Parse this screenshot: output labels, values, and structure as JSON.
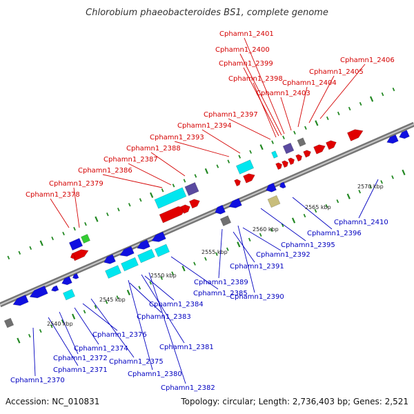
{
  "title": "Chlorobium phaeobacteroides BS1, complete genome",
  "accession": "Accession: NC_010831",
  "topology": "Topology: circular; Length: 2,736,403 bp; Genes: 2,521",
  "colors": {
    "top_label": "#d40000",
    "bottom_label": "#0000c0",
    "gene_red": "#e00000",
    "gene_blue": "#1010e0",
    "gene_cyan": "#00e6ef",
    "gene_green": "#33cc33",
    "gene_slate": "#5a4aa0",
    "gene_gray": "#707070",
    "gene_khaki": "#c8bd7c",
    "backbone": "#888888",
    "tick": "#228822"
  },
  "kbp_labels": [
    "2540 kbp",
    "2545 kbp",
    "2550 kbp",
    "2555 kbp",
    "2560 kbp",
    "2565 kbp",
    "2570 kbp"
  ],
  "top_labels": [
    "Cphamn1_2378",
    "Cphamn1_2379",
    "Cphamn1_2386",
    "Cphamn1_2387",
    "Cphamn1_2388",
    "Cphamn1_2393",
    "Cphamn1_2394",
    "Cphamn1_2397",
    "Cphamn1_2398",
    "Cphamn1_2399",
    "Cphamn1_2400",
    "Cphamn1_2401",
    "Cphamn1_2403",
    "Cphamn1_2404",
    "Cphamn1_2405",
    "Cphamn1_2406"
  ],
  "bottom_labels": [
    "Cphamn1_2370",
    "Cphamn1_2371",
    "Cphamn1_2372",
    "Cphamn1_2374",
    "Cphamn1_2375",
    "Cphamn1_2376",
    "Cphamn1_2380",
    "Cphamn1_2381",
    "Cphamn1_2382",
    "Cphamn1_2383",
    "Cphamn1_2384",
    "Cphamn1_2385",
    "Cphamn1_2389",
    "Cphamn1_2390",
    "Cphamn1_2391",
    "Cphamn1_2392",
    "Cphamn1_2395",
    "Cphamn1_2396",
    "Cphamn1_2410"
  ]
}
